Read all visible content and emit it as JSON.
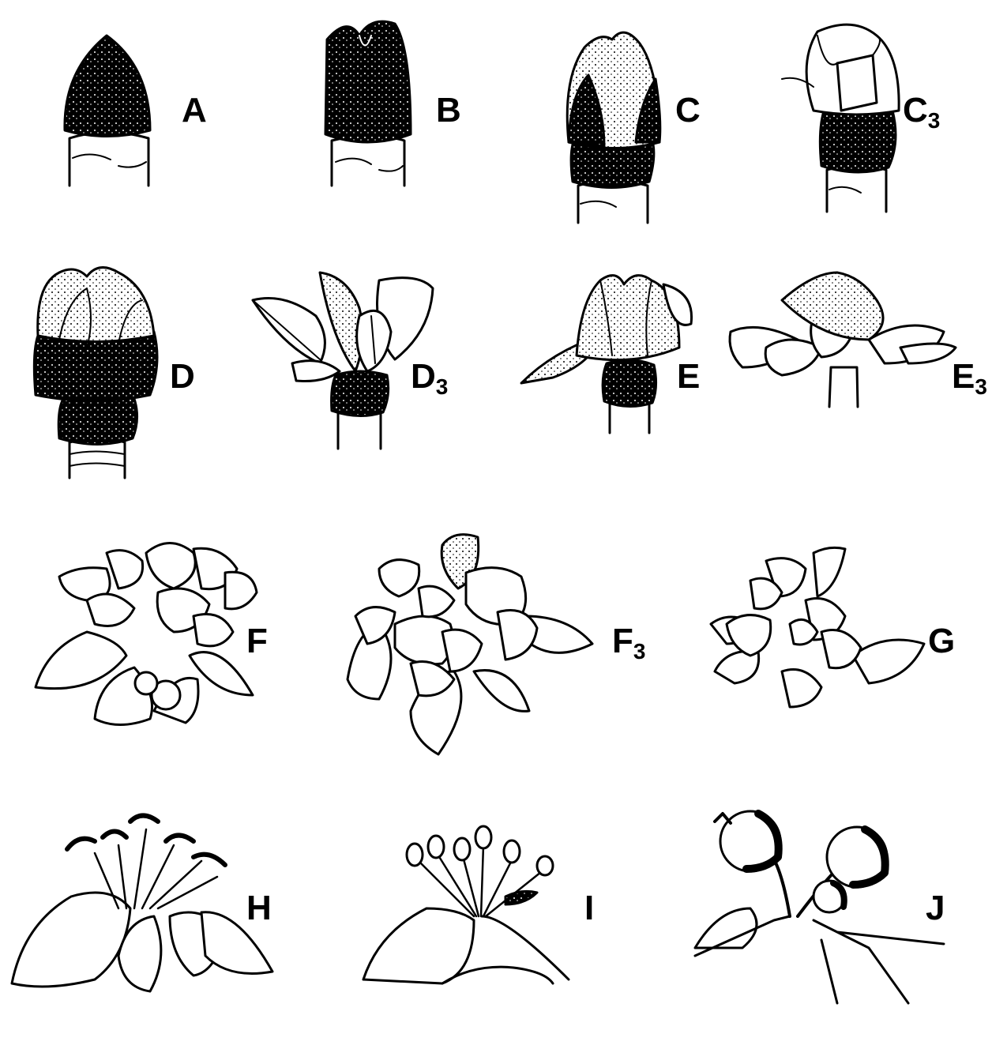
{
  "stages": [
    {
      "id": "A",
      "letter": "A",
      "sub": ""
    },
    {
      "id": "B",
      "letter": "B",
      "sub": ""
    },
    {
      "id": "C",
      "letter": "C",
      "sub": ""
    },
    {
      "id": "C3",
      "letter": "C",
      "sub": "3"
    },
    {
      "id": "D",
      "letter": "D",
      "sub": ""
    },
    {
      "id": "D3",
      "letter": "D",
      "sub": "3"
    },
    {
      "id": "E",
      "letter": "E",
      "sub": ""
    },
    {
      "id": "E3",
      "letter": "E",
      "sub": "3"
    },
    {
      "id": "F",
      "letter": "F",
      "sub": ""
    },
    {
      "id": "F3",
      "letter": "F",
      "sub": "3"
    },
    {
      "id": "G",
      "letter": "G",
      "sub": ""
    },
    {
      "id": "H",
      "letter": "H",
      "sub": ""
    },
    {
      "id": "I",
      "letter": "I",
      "sub": ""
    },
    {
      "id": "J",
      "letter": "J",
      "sub": ""
    }
  ],
  "colors": {
    "ink": "#000000",
    "paper": "#ffffff"
  }
}
